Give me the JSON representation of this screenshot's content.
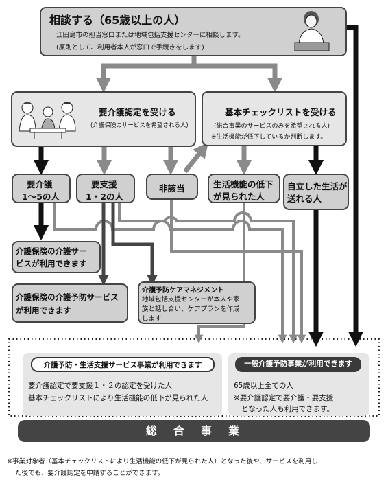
{
  "consult": {
    "title": "相談する（65歳以上の人）",
    "desc1": "江田島市の担当窓口または地域包括支援センターに相談します。",
    "desc2": "(原則として、利用者本人が窓口で手続きをします)"
  },
  "care_cert": {
    "title": "要介護認定を受ける",
    "sub": "(介護保険のサービスを希望される人)"
  },
  "checklist": {
    "title": "基本チェックリストを受ける",
    "sub": "(総合事業のサービスのみを希望される人)",
    "note": "※生活機能が低下しているか判断します。"
  },
  "results": {
    "care": [
      "要介護",
      "1～5の人"
    ],
    "support": [
      "要支援",
      "1・2の人"
    ],
    "none": "非該当",
    "decline": [
      "生活機能の低下",
      "が見られた人"
    ],
    "independent": [
      "自立した生活が",
      "送れる人"
    ]
  },
  "services": {
    "care_service": [
      "介護保険の介護サー",
      "ビスが利用できます"
    ],
    "prevention_service": [
      "介護保険の介護予防サービス",
      "が利用できます"
    ],
    "care_mgmt": [
      "介護予防ケアマネジメント",
      "地域包括支援センターが本人や家",
      "族と話し合い、ケアプランを作成",
      "します"
    ]
  },
  "general": {
    "left_pill": "介護予防・生活支援サービス事業が利用できます",
    "left_line1": "要介護認定で要支援１・２の認定を受けた人",
    "left_line2": "基本チェックリストにより生活機能の低下が見られた人",
    "right_pill": "一般介護予防事業が利用できます",
    "right_line1": "65歳以上全ての人",
    "right_line2": "※要介護認定で要介護・要支援",
    "right_line3": "となった人も利用できます。"
  },
  "banner": "総　合　事　業",
  "footnote1": "※事業対象者（基本チェックリストにより生活機能の低下が見られた人）となった後や、サービスを利用し",
  "footnote2": "た後でも、要介護認定を申請することができます。",
  "colors": {
    "box_gray": "#d0d0d0",
    "box_light": "#e6e6e6",
    "arrow_gray": "#8a8a8a",
    "dark": "#3a3a3a"
  }
}
